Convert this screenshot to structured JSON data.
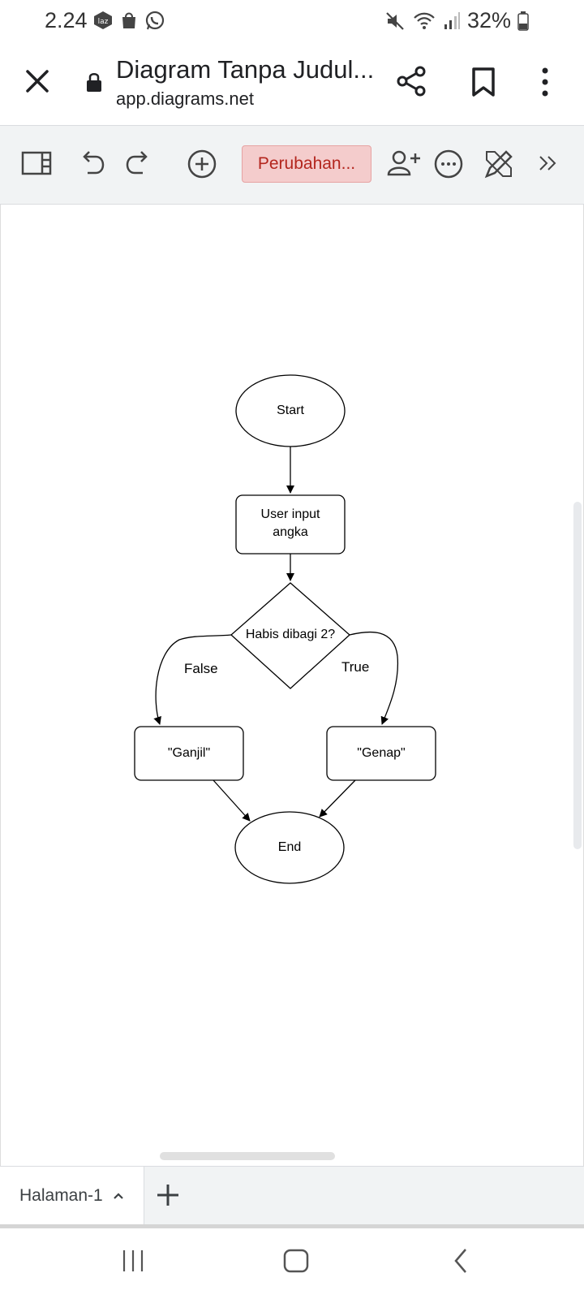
{
  "status_bar": {
    "time": "2.24",
    "notification_icons": [
      "lazada-icon",
      "shopping-bag-icon",
      "whatsapp-icon"
    ],
    "battery": "32%"
  },
  "browser": {
    "title": "Diagram Tanpa Judul...",
    "url": "app.diagrams.net"
  },
  "toolbar": {
    "unsaved_label": "Perubahan..."
  },
  "diagram": {
    "nodes": {
      "start": "Start",
      "input": "User input angka",
      "decision": "Habis dibagi 2?",
      "odd": "\"Ganjil\"",
      "even": "\"Genap\"",
      "end": "End"
    },
    "edge_labels": {
      "false": "False",
      "true": "True"
    }
  },
  "page_tabs": {
    "current": "Halaman-1"
  },
  "colors": {
    "unsaved_bg": "#f4cccc",
    "unsaved_text": "#b3261e",
    "toolbar_bg": "#f1f3f4"
  }
}
